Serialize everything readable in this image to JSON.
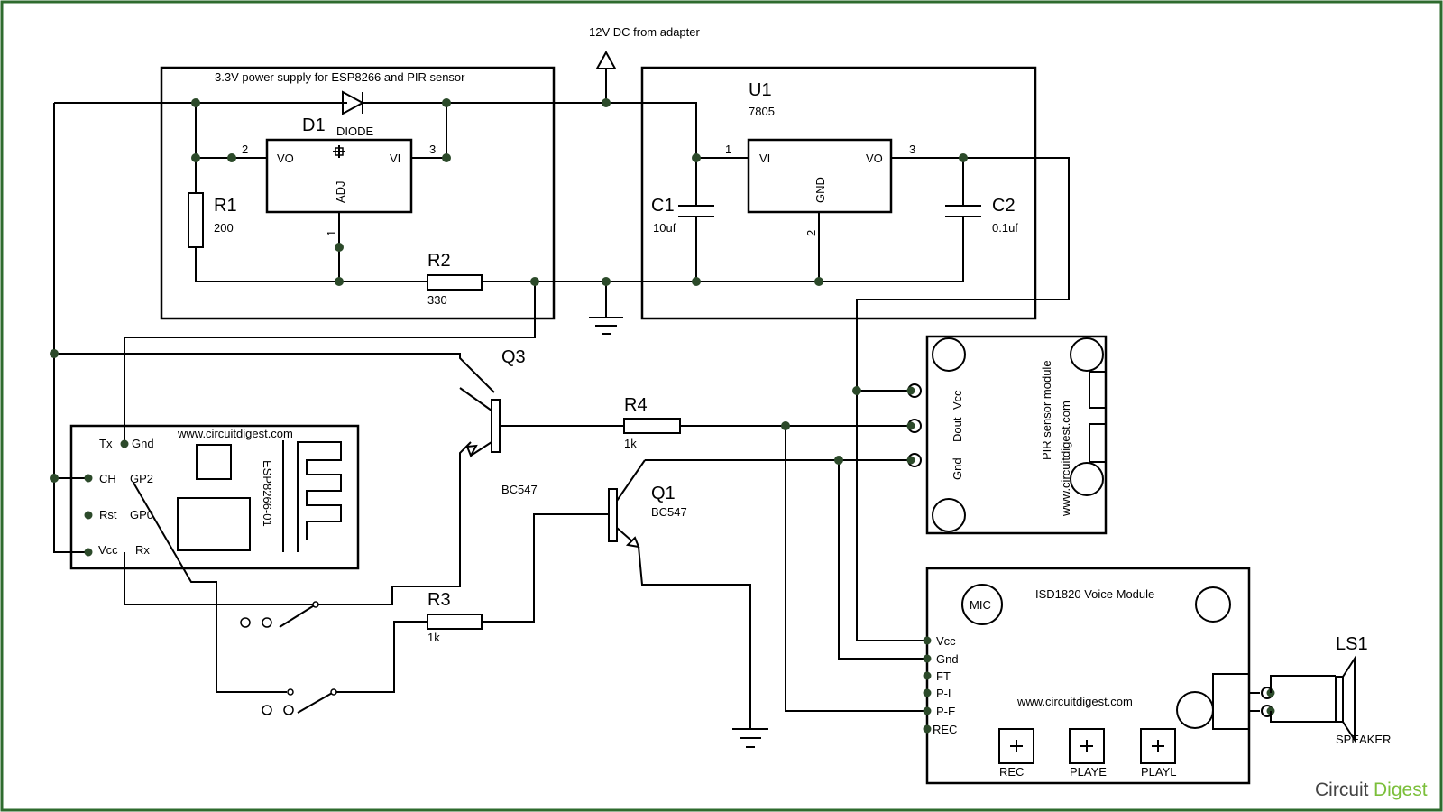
{
  "header": {
    "supply_note": "12V DC from adapter"
  },
  "power_section": {
    "title": "3.3V power supply for ESP8266 and PIR sensor"
  },
  "components": {
    "d1": {
      "ref": "D1",
      "type": "DIODE"
    },
    "r1": {
      "ref": "R1",
      "value": "200"
    },
    "r2": {
      "ref": "R2",
      "value": "330"
    },
    "r3": {
      "ref": "R3",
      "value": "1k"
    },
    "r4": {
      "ref": "R4",
      "value": "1k"
    },
    "u1": {
      "ref": "U1",
      "part": "7805",
      "pin_vi": "VI",
      "pin_vo": "VO",
      "pin_gnd": "GND",
      "pin1": "1",
      "pin2": "2",
      "pin3": "3"
    },
    "reg": {
      "pin_vo": "VO",
      "pin_vi": "VI",
      "pin_adj": "ADJ",
      "pin1": "1",
      "pin2": "2",
      "pin3": "3"
    },
    "c1": {
      "ref": "C1",
      "value": "10uf"
    },
    "c2": {
      "ref": "C2",
      "value": "0.1uf"
    },
    "q3": {
      "ref": "Q3",
      "part": "BC547"
    },
    "q1": {
      "ref": "Q1",
      "part": "BC547"
    },
    "ls1": {
      "ref": "LS1",
      "type": "SPEAKER"
    }
  },
  "esp": {
    "url": "www.circuitdigest.com",
    "name": "ESP8266-01",
    "pins": {
      "tx": "Tx",
      "gnd": "Gnd",
      "ch": "CH",
      "gp2": "GP2",
      "rst": "Rst",
      "gp0": "GP0",
      "vcc": "Vcc",
      "rx": "Rx"
    }
  },
  "pir": {
    "title": "PIR sensor module",
    "url": "www.circuitdigest.com",
    "pins": {
      "vcc": "Vcc",
      "dout": "Dout",
      "gnd": "Gnd"
    }
  },
  "isd": {
    "title": "ISD1820 Voice Module",
    "mic": "MIC",
    "url": "www.circuitdigest.com",
    "pins": [
      "Vcc",
      "Gnd",
      "FT",
      "P-L",
      "P-E",
      "REC"
    ],
    "buttons": [
      "REC",
      "PLAYE",
      "PLAYL"
    ]
  },
  "logo": {
    "part1": "Circuit",
    "part2": "Digest"
  },
  "colors": {
    "wire": "#000000",
    "junction": "#2c4a2a",
    "frame": "#2e6b2e",
    "logo_accent": "#7bbf3a"
  }
}
